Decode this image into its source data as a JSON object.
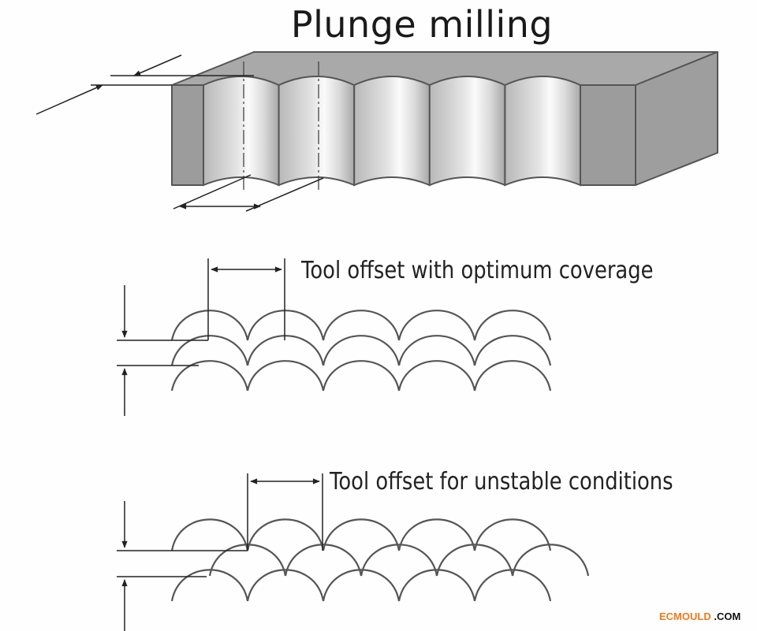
{
  "title": "Plunge milling",
  "labels": {
    "optimum": "Tool offset with optimum coverage",
    "unstable": "Tool offset for unstable conditions"
  },
  "watermark": {
    "brand": "ECMOULD",
    "suffix": ".COM"
  },
  "colors": {
    "block_side": "#9c9c9c",
    "block_top": "#a9a9a9",
    "outline": "#555555",
    "line": "#2a2a2a",
    "watermark_brand": "#f07a1a"
  },
  "diagram": {
    "plunge_slots": 5,
    "optimum_rows": 3,
    "optimum_arcs_per_row": 5,
    "unstable_rows": 3,
    "unstable_arcs_per_row": 5
  }
}
